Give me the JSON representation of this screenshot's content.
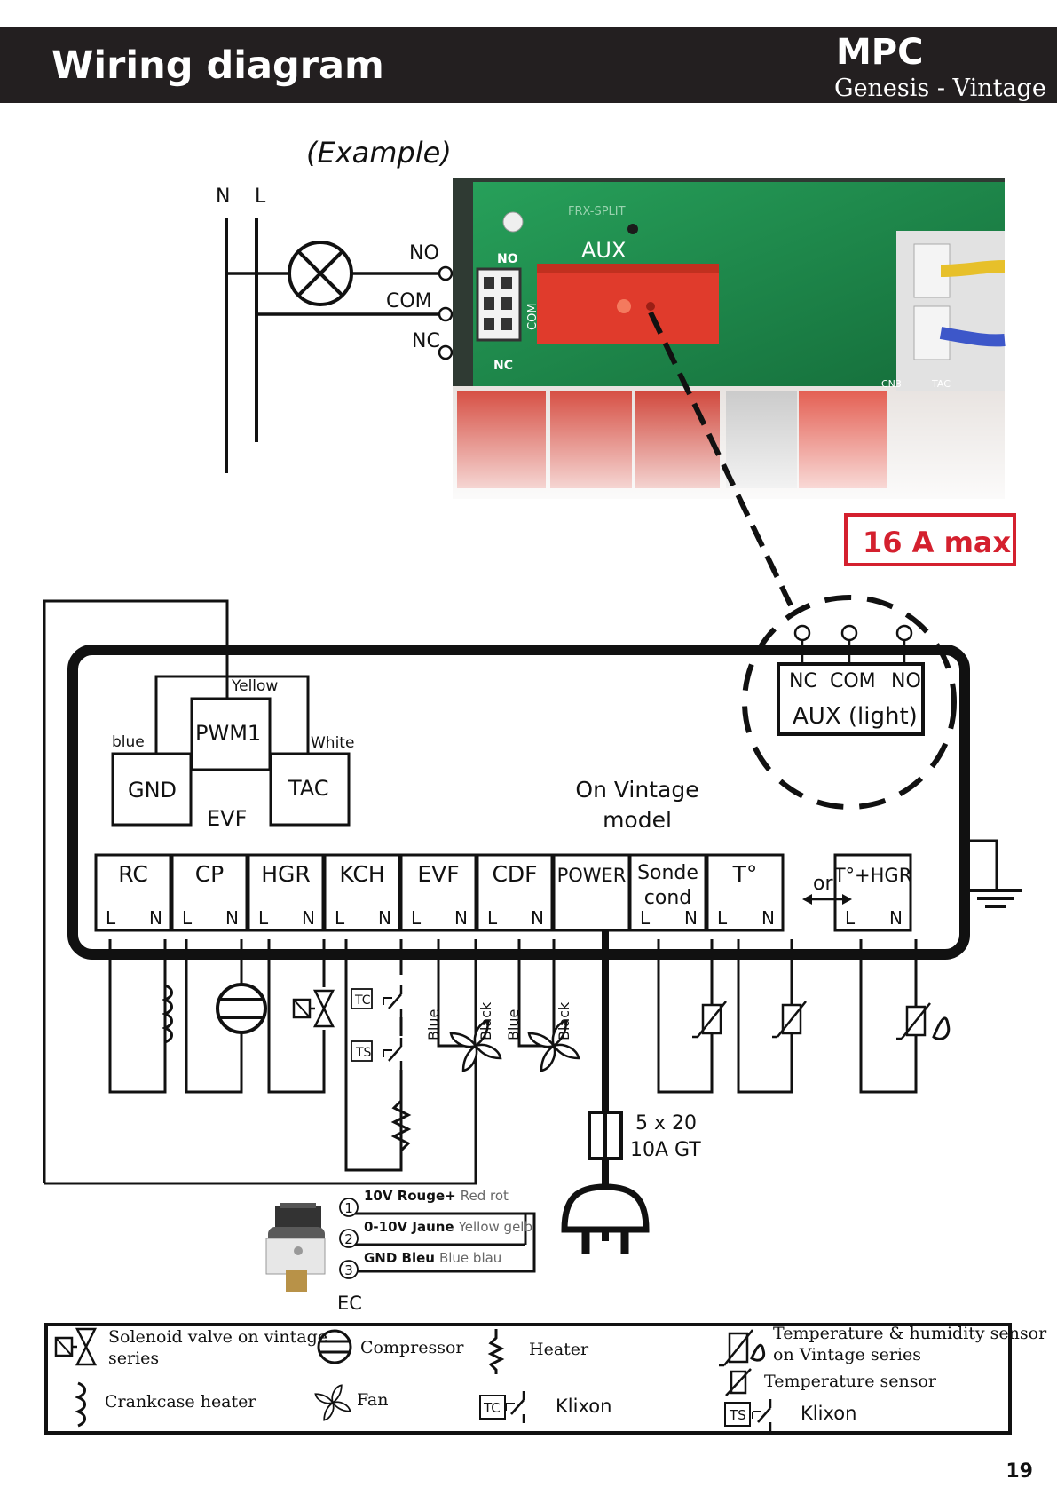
{
  "header": {
    "title": "Wiring diagram",
    "brand": "MPC",
    "subtitle": "Genesis - Vintage",
    "bg_color": "#231f20"
  },
  "example_label": "(Example)",
  "power_lines": {
    "n": "N",
    "l": "L"
  },
  "aux_relay_labels": {
    "no": "NO",
    "com": "COM",
    "nc": "NC"
  },
  "photo": {
    "board_label": "FRX-SPLIT",
    "aux_label": "AUX",
    "no_label": "NO",
    "com_label": "COM",
    "nc_label": "NC",
    "cn_label": "CN3",
    "tac_label": "TAC",
    "pcb_color": "#1f8a4c",
    "relay_color": "#e03b2c"
  },
  "max_badge": {
    "text": "16 A max",
    "color": "#d4202e"
  },
  "aux_block": {
    "nc": "NC",
    "com": "COM",
    "no": "NO",
    "label": "AUX (light)"
  },
  "evf_block": {
    "pwm1": "PWM1",
    "gnd": "GND",
    "tac": "TAC",
    "name": "EVF",
    "wire_yellow": "Yellow",
    "wire_blue": "blue",
    "wire_white": "White"
  },
  "vintage_note": {
    "line1": "On Vintage",
    "line2": "model"
  },
  "terminals": [
    {
      "label": "RC",
      "l": "L",
      "n": "N"
    },
    {
      "label": "CP",
      "l": "L",
      "n": "N"
    },
    {
      "label": "HGR",
      "l": "L",
      "n": "N"
    },
    {
      "label": "KCH",
      "l": "L",
      "n": "N"
    },
    {
      "label": "EVF",
      "l": "L",
      "n": "N"
    },
    {
      "label": "CDF",
      "l": "L",
      "n": "N"
    },
    {
      "label": "POWER"
    },
    {
      "label": "Sonde",
      "label2": "cond",
      "l": "L",
      "n": "N"
    },
    {
      "label": "T°",
      "l": "L",
      "n": "N"
    },
    {
      "label": "T°+HGR",
      "l": "L",
      "n": "N"
    }
  ],
  "or_label": "or",
  "klixon_tags": {
    "tc": "TC",
    "ts": "TS"
  },
  "fan_wires": {
    "blue": "Blue",
    "black": "Black"
  },
  "fuse": {
    "line1": "5 x 20",
    "line2": "10A GT"
  },
  "ec_sensor": {
    "name": "EC",
    "pins": [
      {
        "num": "1",
        "bold": "10V Rouge+",
        "rest": "Red rot"
      },
      {
        "num": "2",
        "bold": "0-10V Jaune",
        "rest": "Yellow gelb"
      },
      {
        "num": "3",
        "bold": "GND Bleu",
        "rest": "Blue blau"
      }
    ]
  },
  "legend": {
    "solenoid_line1": "Solenoid valve on vintage",
    "solenoid_line2": "series",
    "crankcase": "Crankcase heater",
    "compressor": "Compressor",
    "fan": "Fan",
    "heater": "Heater",
    "klixon1": "Klixon",
    "klixon2": "Klixon",
    "temp_hum_line1": "Temperature & humidity sensor",
    "temp_hum_line2": "on Vintage series",
    "temp_sensor": "Temperature sensor",
    "tc": "TC",
    "ts": "TS"
  },
  "page_number": "19"
}
